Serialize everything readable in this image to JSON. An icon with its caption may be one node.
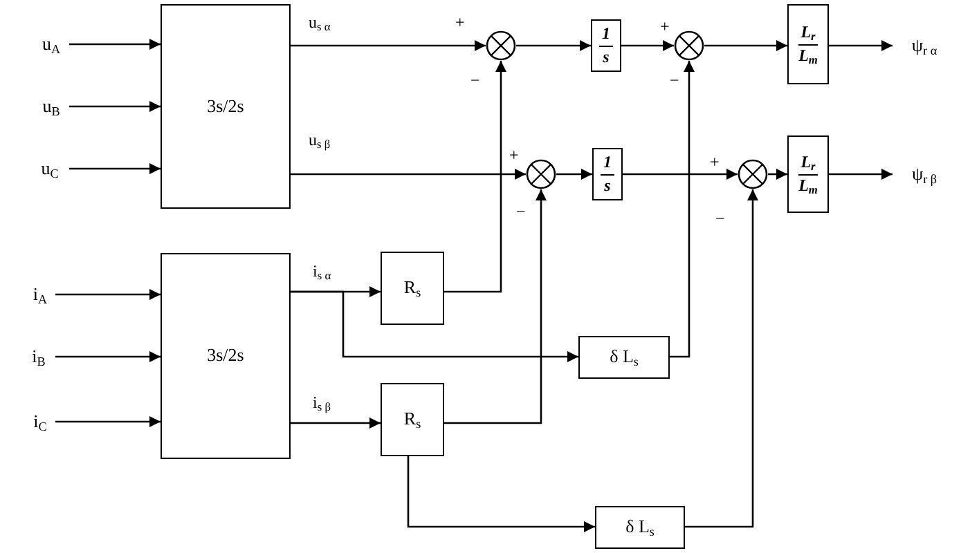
{
  "diagram": {
    "nodes": [
      {
        "text": [
          "u$_{A}$"
        ]
      },
      {
        "text": [
          "u$_{B}$"
        ]
      },
      {
        "text": [
          "u$_{C}$"
        ]
      },
      {
        "text": [
          "3s/2s"
        ]
      },
      {
        "text": [
          "i$_{A}$"
        ]
      },
      {
        "text": [
          "i$_{B}$"
        ]
      },
      {
        "text": [
          "i$_{C}$"
        ]
      },
      {
        "text": [
          "3s/2s"
        ]
      },
      {
        "text": [],
        "shape": "circle"
      },
      {
        "text": [
          "1",
          "s"
        ]
      },
      {
        "text": [],
        "shape": "circle"
      },
      {
        "text": [
          "L$_{r}$",
          "L$_{m}$"
        ]
      },
      {
        "text": [
          "ψ$_{r α}$"
        ]
      },
      {
        "text": [],
        "shape": "circle"
      },
      {
        "text": [
          "1",
          "s"
        ]
      },
      {
        "text": [],
        "shape": "circle"
      },
      {
        "text": [
          "L$_{r}$",
          "L$_{m}$"
        ]
      },
      {
        "text": [
          "ψ$_{r β}$"
        ]
      },
      {
        "text": [
          "R$_{s}$"
        ]
      },
      {
        "text": [
          "δ L$_{s}$"
        ]
      },
      {
        "text": [
          "R$_{s}$"
        ]
      },
      {
        "text": [
          "δ L$_{s}$"
        ]
      }
    ],
    "edges": [
      {
        "from": 0,
        "to": 3,
        "arrow": "to"
      },
      {
        "from": 1,
        "to": 3,
        "arrow": "to"
      },
      {
        "from": 2,
        "to": 3,
        "arrow": "to"
      },
      {
        "from": 3,
        "to": 8,
        "arrow": "to",
        "label": "u$_{s α}$"
      },
      {
        "from": 3,
        "to": 13,
        "arrow": "to",
        "label": "u$_{s β}$"
      },
      {
        "from": 8,
        "to": 9,
        "arrow": "to"
      },
      {
        "from": 9,
        "to": 10,
        "arrow": "to"
      },
      {
        "from": 10,
        "to": 11,
        "arrow": "to"
      },
      {
        "from": 11,
        "to": 12,
        "arrow": "to"
      },
      {
        "from": 13,
        "to": 14,
        "arrow": "to"
      },
      {
        "from": 14,
        "to": 15,
        "arrow": "to"
      },
      {
        "from": 15,
        "to": 16,
        "arrow": "to"
      },
      {
        "from": 16,
        "to": 17,
        "arrow": "to"
      },
      {
        "from": 4,
        "to": 7,
        "arrow": "to"
      },
      {
        "from": 5,
        "to": 7,
        "arrow": "to"
      },
      {
        "from": 6,
        "to": 7,
        "arrow": "to"
      },
      {
        "from": 7,
        "to": 18,
        "arrow": "to",
        "label": "i$_{s α}$"
      },
      {
        "from": 7,
        "to": 19,
        "arrow": "to"
      },
      {
        "from": 7,
        "to": 20,
        "arrow": "to",
        "label": "i$_{s β}$"
      },
      {
        "from": 18,
        "to": 8,
        "arrow": "to"
      },
      {
        "from": 20,
        "to": 13,
        "arrow": "to"
      },
      {
        "from": 19,
        "to": 10,
        "arrow": "to"
      },
      {
        "from": 20,
        "to": 21,
        "arrow": "to"
      },
      {
        "from": 21,
        "to": 15,
        "arrow": "to"
      }
    ],
    "labels": [
      "+",
      "−",
      "+",
      "−",
      "+",
      "−",
      "+",
      "−"
    ]
  }
}
